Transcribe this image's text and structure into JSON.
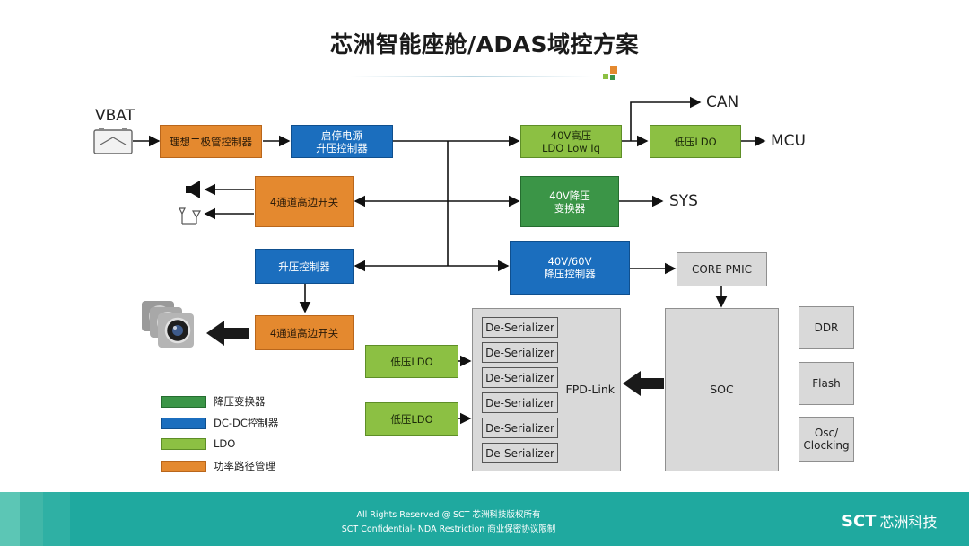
{
  "title": "芯洲智能座舱/ADAS域控方案",
  "vbat": "VBAT",
  "blocks": {
    "ideal_diode": "理想二极管控制器",
    "start_stop": "启停电源\n升压控制器",
    "hs_switch_1": "4通道高边开关",
    "boost_ctrl": "升压控制器",
    "hs_switch_2": "4通道高边开关",
    "ldo_40v": "40V高压\nLDO Low Iq",
    "ldo_low": "低压LDO",
    "buck_conv": "40V降压\n变换器",
    "buck_ctrl": "40V/60V\n降压控制器",
    "core_pmic": "CORE PMIC",
    "soc": "SOC",
    "ddr": "DDR",
    "flash": "Flash",
    "osc": "Osc/\nClocking",
    "fpd_link": "FPD-Link",
    "ldo_a": "低压LDO",
    "ldo_b": "低压LDO",
    "deserializers": [
      "De-Serializer",
      "De-Serializer",
      "De-Serializer",
      "De-Serializer",
      "De-Serializer",
      "De-Serializer"
    ]
  },
  "outputs": {
    "can": "CAN",
    "mcu": "MCU",
    "sys": "SYS"
  },
  "legend": [
    {
      "label": "降压变换器",
      "color": "#3b9547"
    },
    {
      "label": "DC-DC控制器",
      "color": "#1b6ebe"
    },
    {
      "label": "LDO",
      "color": "#8cc043"
    },
    {
      "label": "功率路径管理",
      "color": "#e4892f"
    }
  ],
  "footer": {
    "line1": "All Rights Reserved @ SCT 芯洲科技版权所有",
    "line2": "SCT Confidential- NDA Restriction 商业保密协议限制",
    "logo": "SCT",
    "logo_sub": "芯洲科技"
  },
  "colors": {
    "footer": "#1fa99f",
    "buck": "#3b9547",
    "dcdc": "#1b6ebe",
    "ldo": "#8cc043",
    "power_path": "#e4892f"
  }
}
